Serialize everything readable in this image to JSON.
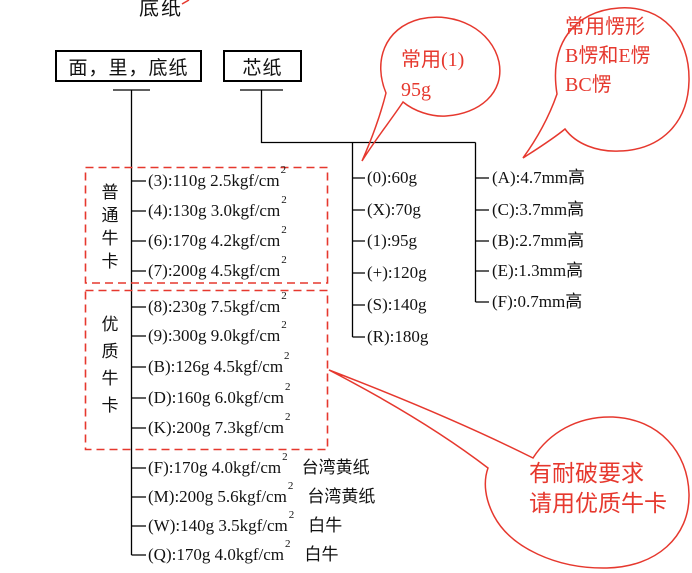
{
  "colors": {
    "red": "#e6382e",
    "line": "#000000"
  },
  "header": {
    "top_label": "底纸",
    "liner_box": "面，里，底纸",
    "core_box": "芯纸"
  },
  "groups": {
    "ordinary_label": "普通牛卡",
    "premium_label": "优质牛卡"
  },
  "callouts": {
    "weight": {
      "lines": [
        "常用(1)",
        "95g"
      ]
    },
    "flutes": {
      "lines": [
        "常用愣形",
        "B愣和E愣",
        "BC愣"
      ]
    },
    "burst": {
      "lines": [
        "有耐破要求",
        "请用优质牛卡"
      ]
    }
  },
  "liner_items": [
    {
      "text": "(3):110g 2.5kgf/cm",
      "sup": "2",
      "note": ""
    },
    {
      "text": "(4):130g 3.0kgf/cm",
      "sup": "2",
      "note": ""
    },
    {
      "text": "(6):170g 4.2kgf/cm",
      "sup": "2",
      "note": ""
    },
    {
      "text": "(7):200g 4.5kgf/cm",
      "sup": "2",
      "note": ""
    },
    {
      "text": "(8):230g 7.5kgf/cm",
      "sup": "2",
      "note": ""
    },
    {
      "text": "(9):300g 9.0kgf/cm",
      "sup": "2",
      "note": ""
    },
    {
      "text": "(B):126g 4.5kgf/cm",
      "sup": "2",
      "note": ""
    },
    {
      "text": "(D):160g 6.0kgf/cm",
      "sup": "2",
      "note": ""
    },
    {
      "text": "(K):200g 7.3kgf/cm",
      "sup": "2",
      "note": ""
    },
    {
      "text": "(F):170g 4.0kgf/cm",
      "sup": "2",
      "note": "台湾黄纸"
    },
    {
      "text": "(M):200g 5.6kgf/cm",
      "sup": "2",
      "note": "台湾黄纸"
    },
    {
      "text": "(W):140g 3.5kgf/cm",
      "sup": "2",
      "note": "白牛"
    },
    {
      "text": "(Q):170g 4.0kgf/cm",
      "sup": "2",
      "note": "白牛"
    }
  ],
  "core_items": [
    {
      "text": "(0):60g"
    },
    {
      "text": "(X):70g"
    },
    {
      "text": "(1):95g"
    },
    {
      "text": "(+):120g"
    },
    {
      "text": "(S):140g"
    },
    {
      "text": "(R):180g"
    }
  ],
  "flute_items": [
    {
      "text": "(A):4.7mm高"
    },
    {
      "text": "(C):3.7mm高"
    },
    {
      "text": "(B):2.7mm高"
    },
    {
      "text": "(E):1.3mm高"
    },
    {
      "text": "(F):0.7mm高"
    }
  ]
}
